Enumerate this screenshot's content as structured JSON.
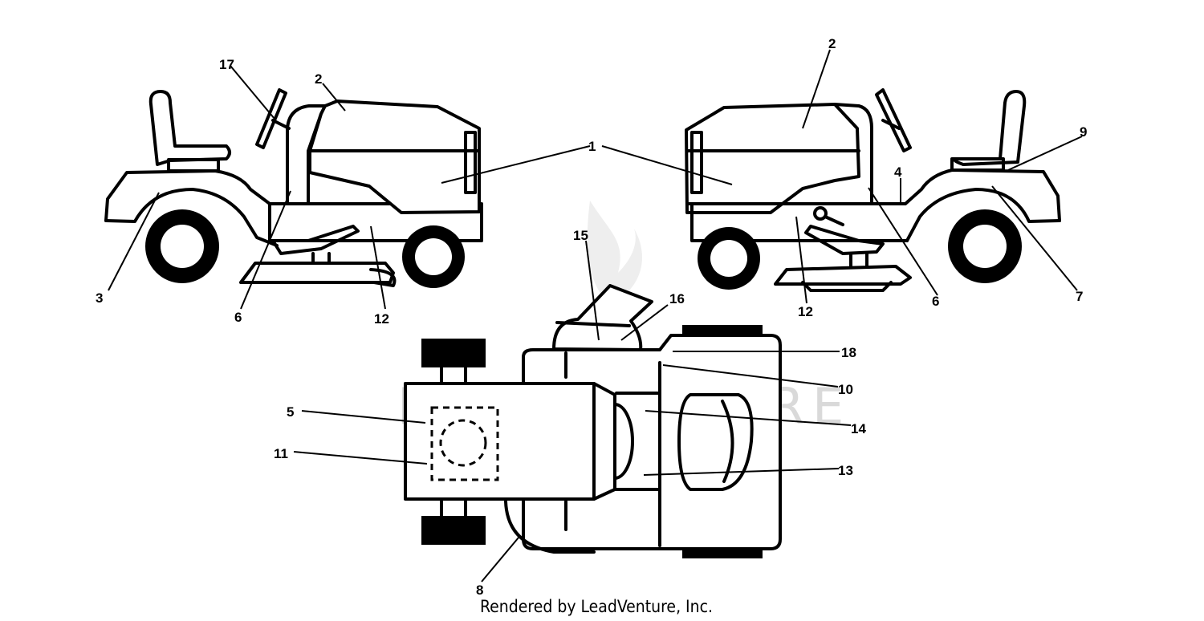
{
  "watermark": "LEADVENTURE",
  "credit": "Rendered by LeadVenture, Inc.",
  "callouts": {
    "c1": "1",
    "c2_left": "2",
    "c2_right": "2",
    "c3": "3",
    "c4": "4",
    "c5": "5",
    "c6_left": "6",
    "c6_right": "6",
    "c7": "7",
    "c8": "8",
    "c9": "9",
    "c10": "10",
    "c11": "11",
    "c12_left": "12",
    "c12_right": "12",
    "c13": "13",
    "c14": "14",
    "c15": "15",
    "c16": "16",
    "c17": "17",
    "c18": "18"
  }
}
